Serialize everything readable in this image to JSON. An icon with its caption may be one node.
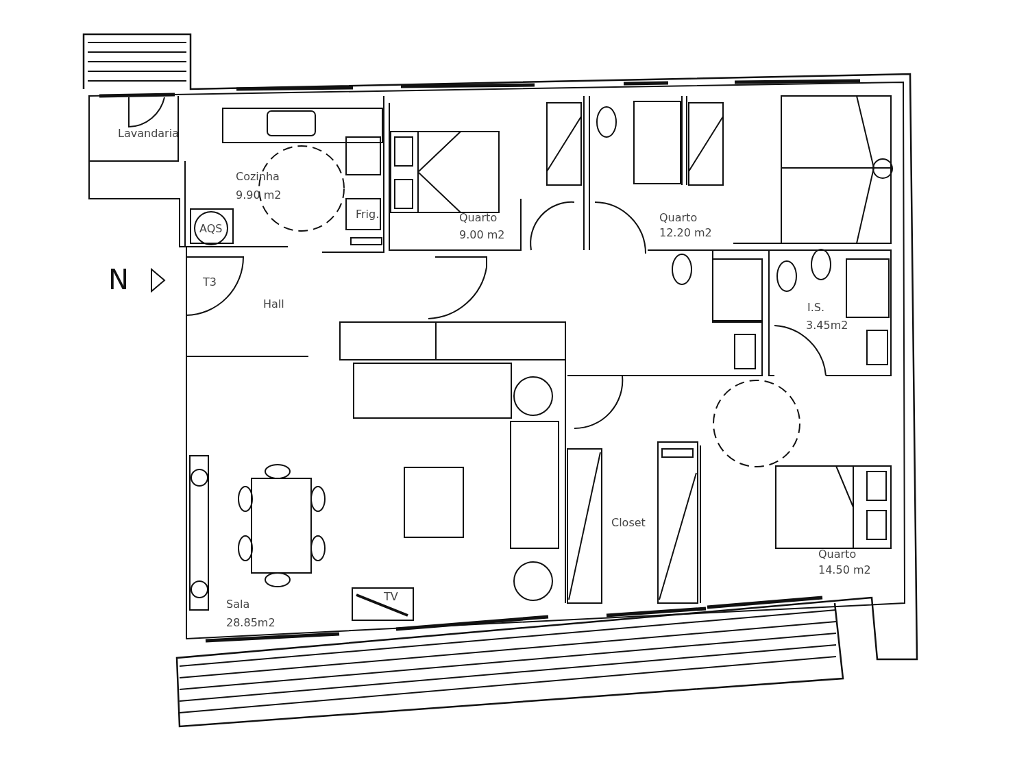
{
  "diagram": {
    "labels": [
      "Lavandaria",
      "Cozinha",
      "9.90 m2",
      "Frig.",
      "Quarto",
      "9.00 m2",
      "Quarto",
      "12.20 m2",
      "AQS",
      "N",
      "T3",
      "Hall",
      "I.S.",
      "3.45m2",
      "Closet",
      "Quarto",
      "14.50 m2",
      "Sala",
      "TV",
      "28.85m2"
    ]
  }
}
